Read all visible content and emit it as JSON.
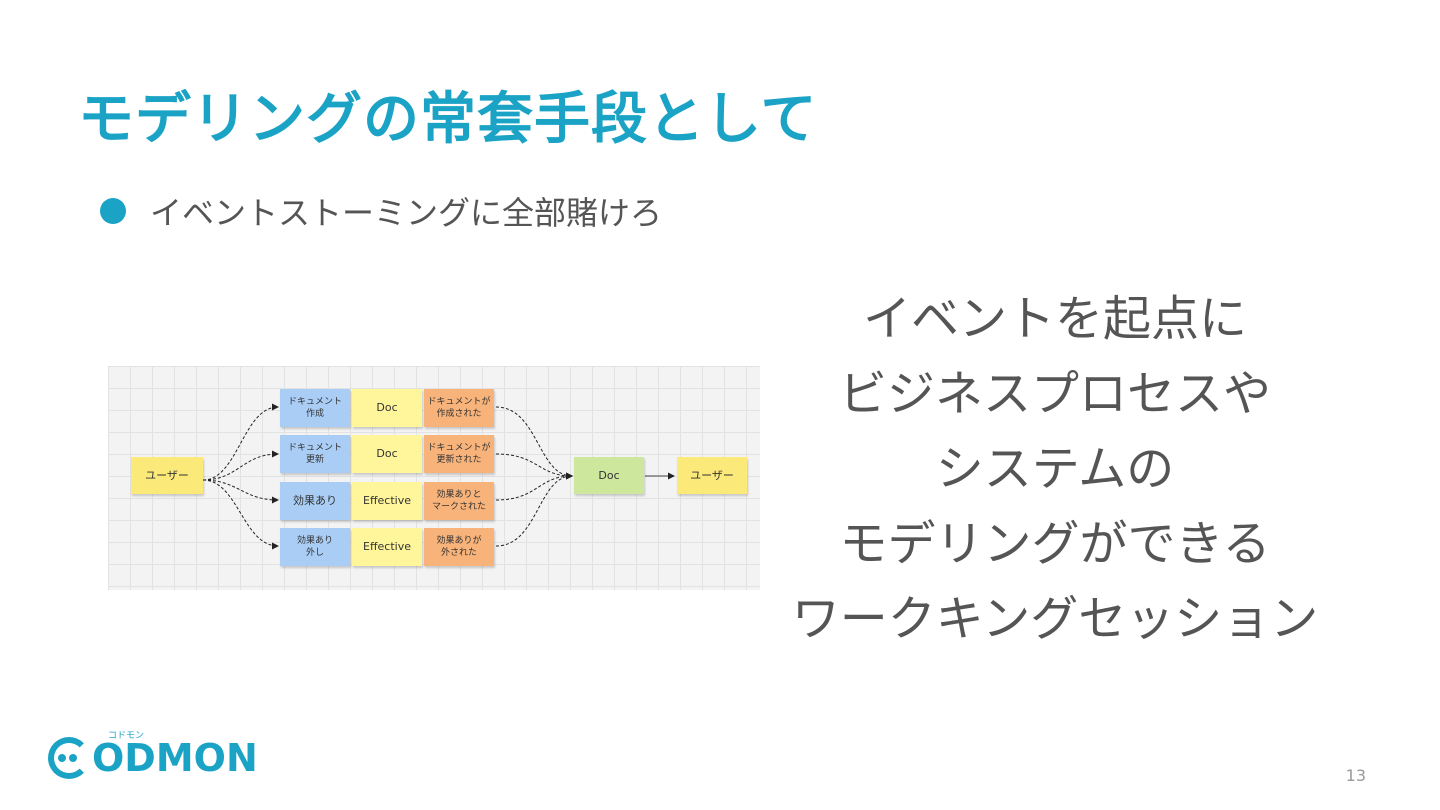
{
  "slide": {
    "title": "モデリングの常套手段として",
    "bullet": "イベントストーミングに全部賭けろ",
    "statement_lines": [
      "イベントを起点に",
      "ビジネスプロセスや",
      "システムの",
      "モデリングができる",
      "ワークキングセッション"
    ],
    "page_number": "13"
  },
  "logo": {
    "text": "ODMON",
    "sub": "コドモン"
  },
  "board": {
    "user_left": "ユーザー",
    "user_right": "ユーザー",
    "doc_center": "Doc",
    "rows": [
      {
        "command": "ドキュメント\n作成",
        "aggregate": "Doc",
        "event": "ドキュメントが\n作成された"
      },
      {
        "command": "ドキュメント\n更新",
        "aggregate": "Doc",
        "event": "ドキュメントが\n更新された"
      },
      {
        "command": "効果あり",
        "aggregate": "Effective",
        "event": "効果ありと\nマークされた"
      },
      {
        "command": "効果あり\n外し",
        "aggregate": "Effective",
        "event": "効果ありが\n外された"
      }
    ]
  },
  "colors": {
    "accent": "#1ba3c6",
    "body_text": "#555555",
    "sticky_actor": "#fbe97a",
    "sticky_command": "#a9cdf5",
    "sticky_aggregate": "#fff59a",
    "sticky_event": "#f8b37a",
    "sticky_readmodel": "#cde89c"
  }
}
